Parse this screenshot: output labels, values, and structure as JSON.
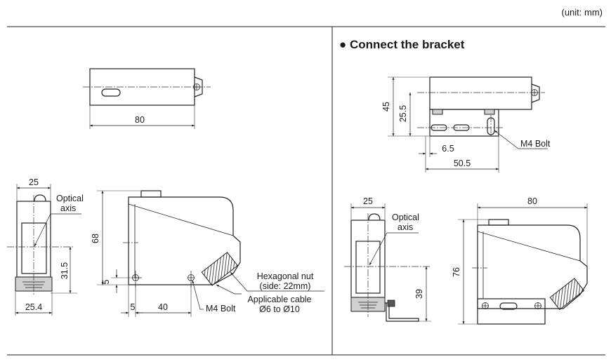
{
  "header": {
    "unit_label": "(unit: mm)"
  },
  "left_panel": {
    "top_view": {
      "dim_length": "80"
    },
    "side_view": {
      "dim_width_top": "25",
      "optical_axis_label_1": "Optical",
      "optical_axis_label_2": "axis",
      "dim_axis_height": "31.5",
      "dim_width_bottom": "25.4"
    },
    "front_view": {
      "dim_height": "68",
      "dim_hole_offset_v": "5",
      "dim_hole_offset_h": "5",
      "dim_hole_pitch": "40",
      "bolt_label": "M4 Bolt",
      "nut_label_1": "Hexagonal nut",
      "nut_label_2": "(side: 22mm)",
      "cable_label_1": "Applicable cable",
      "cable_label_2": "Ø6 to Ø10"
    }
  },
  "right_panel": {
    "title": "● Connect the bracket",
    "top_view": {
      "dim_height_total": "45",
      "dim_axis_height": "25.5",
      "dim_offset": "6.5",
      "dim_length": "50.5",
      "bolt_label": "M4 Bolt"
    },
    "side_view": {
      "dim_width": "25",
      "optical_axis_label_1": "Optical",
      "optical_axis_label_2": "axis",
      "dim_axis_height": "39"
    },
    "front_view": {
      "dim_length": "80",
      "dim_height": "76"
    }
  }
}
